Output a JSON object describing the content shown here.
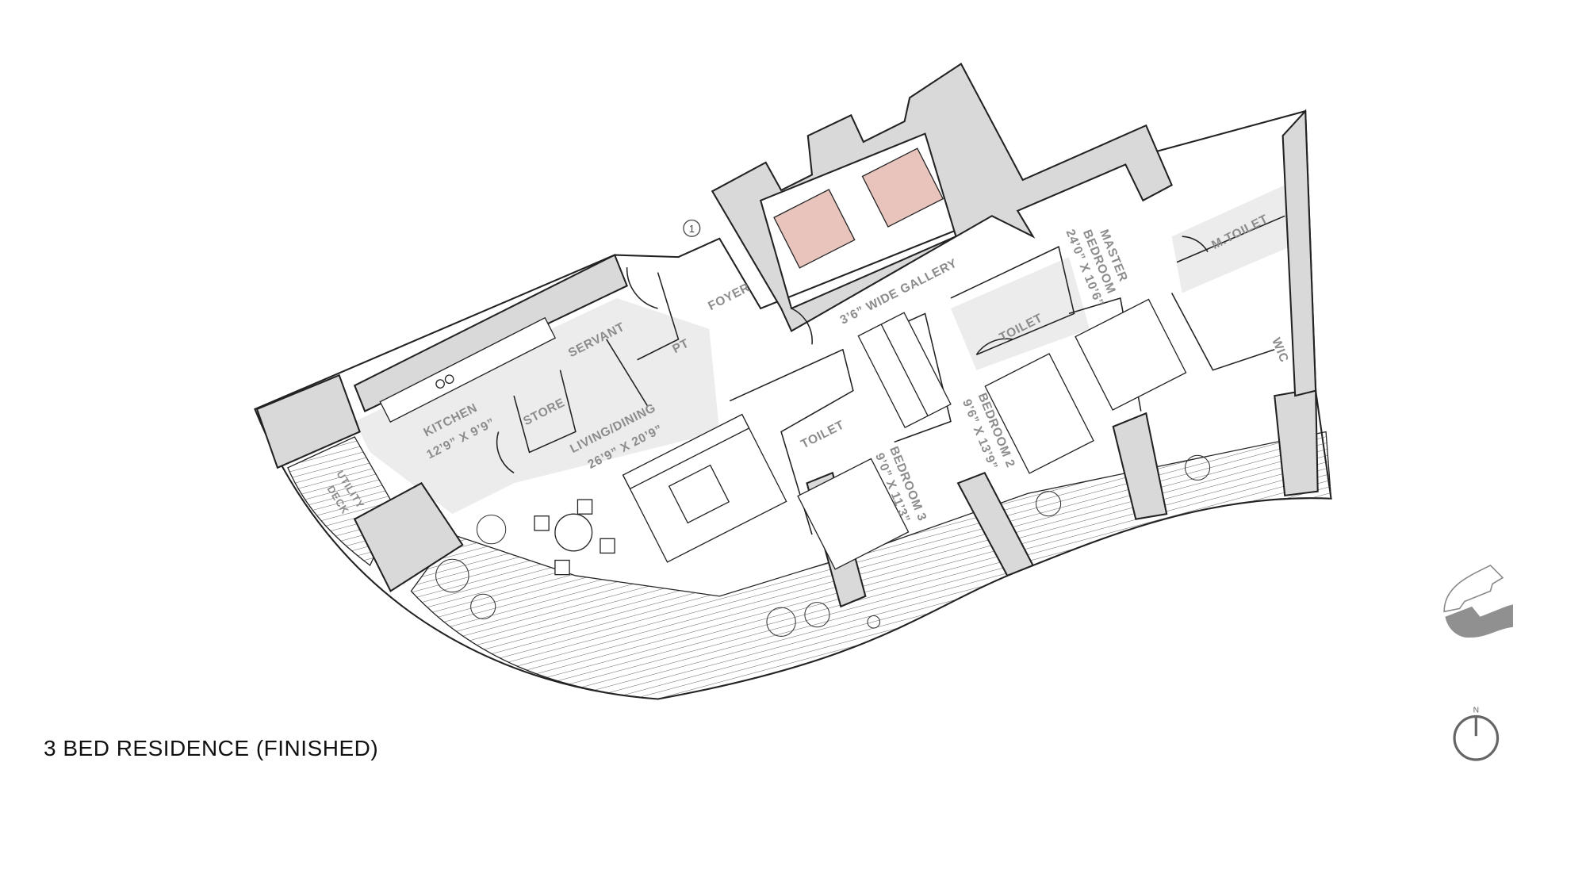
{
  "title": "3 BED RESIDENCE (FINISHED)",
  "colors": {
    "elevator": "#e8c4bc",
    "wall": "#d9d9d9",
    "label": "#8c8c8c",
    "line": "#222222"
  },
  "marker": "1",
  "compass": {
    "north_label": "N"
  },
  "rooms": {
    "kitchen": {
      "name": "KITCHEN",
      "size": "12’9” X 9’9”"
    },
    "servant": {
      "name": "SERVANT"
    },
    "pt": {
      "name": "PT"
    },
    "store": {
      "name": "STORE"
    },
    "living": {
      "name": "LIVING/DINING",
      "size": "26’9” X 20’9”"
    },
    "foyer": {
      "name": "FOYER"
    },
    "gallery": {
      "name": "3’6” WIDE GALLERY"
    },
    "toilet3": {
      "name": "TOILET"
    },
    "bedroom3": {
      "name": "BEDROOM 3",
      "size": "9’0” X 11’3”"
    },
    "bedroom2": {
      "name": "BEDROOM 2",
      "size": "9’6” X 13’9”"
    },
    "toilet2": {
      "name": "TOILET"
    },
    "master": {
      "name": "MASTER",
      "name2": "BEDROOM",
      "size": "24’0” X 10’6”"
    },
    "mtoilet": {
      "name": "M.TOILET"
    },
    "wic": {
      "name": "WIC"
    },
    "utility": {
      "name": "UTILITY",
      "name2": "DECK"
    }
  }
}
